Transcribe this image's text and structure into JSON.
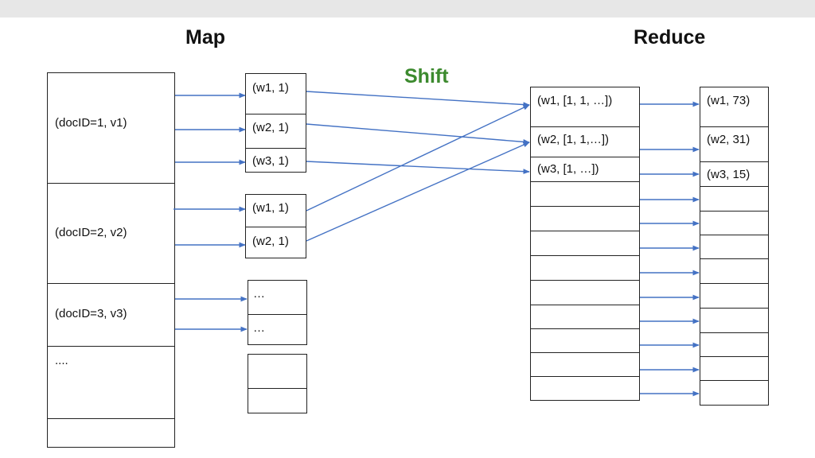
{
  "headings": {
    "map": "Map",
    "reduce": "Reduce",
    "shift": "Shift"
  },
  "colors": {
    "arrow": "#4472c4",
    "shift": "#3c8a2e",
    "border": "#222222"
  },
  "input": {
    "records": [
      "(docID=1, v1)",
      "(docID=2, v2)",
      "(docID=3, v3)",
      "...."
    ]
  },
  "map_output": {
    "group1": [
      "(w1, 1)",
      "(w2, 1)",
      "(w3, 1)"
    ],
    "group2": [
      "(w1, 1)",
      "(w2, 1)"
    ],
    "group3": [
      "…",
      "…"
    ]
  },
  "shuffle": [
    "(w1, [1, 1, …])",
    "(w2, [1, 1,…])",
    "(w3, [1, …])"
  ],
  "reduce_output": [
    "(w1, 73)",
    "(w2, 31)",
    "(w3, 15)"
  ]
}
